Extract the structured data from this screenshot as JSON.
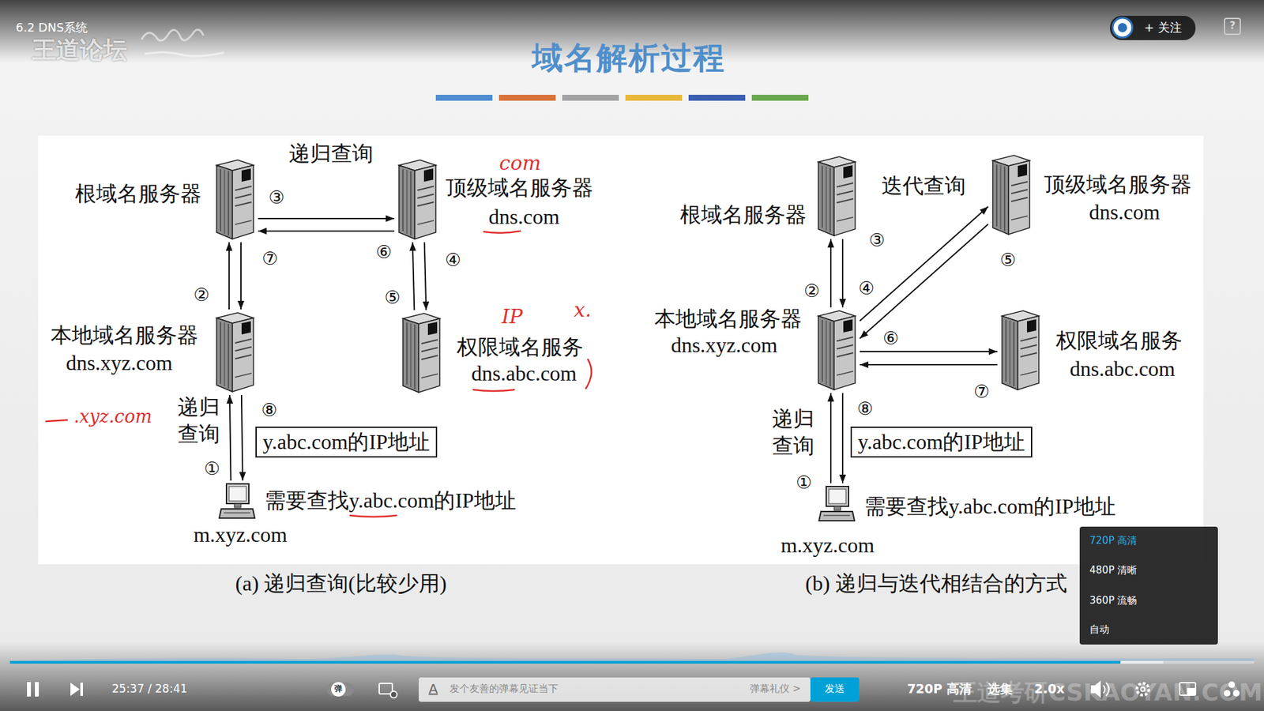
{
  "diagram": {
    "title": "域名解析过程",
    "nodes": [
      {
        "text": [
          "根域名服务器"
        ]
      },
      {
        "text": [
          "顶级域名服务器",
          "dns.com"
        ]
      },
      {
        "text": [
          "本地域名服务器",
          "dns.xyz.com"
        ]
      },
      {
        "text": [
          "权限域名服务",
          "dns.abc.com"
        ]
      },
      {
        "text": [
          "需要查找y.abc.com的IP地址",
          "m.xyz.com"
        ]
      },
      {
        "text": [
          "y.abc.com的IP地址"
        ]
      },
      {
        "text": [
          "根域名服务器"
        ]
      },
      {
        "text": [
          "顶级域名服务器",
          "dns.com"
        ]
      },
      {
        "text": [
          "本地域名服务器",
          "dns.xyz.com"
        ]
      },
      {
        "text": [
          "权限域名服务",
          "dns.abc.com"
        ]
      },
      {
        "text": [
          "需要查找y.abc.com的IP地址",
          "m.xyz.com"
        ]
      },
      {
        "text": [
          "y.abc.com的IP地址"
        ]
      }
    ],
    "edges": [
      {
        "from": 4,
        "to": 2,
        "label": "①",
        "arrow": "to"
      },
      {
        "from": 2,
        "to": 0,
        "label": "②",
        "arrow": "to"
      },
      {
        "from": 0,
        "to": 1,
        "label": "③",
        "arrow": "to"
      },
      {
        "from": 1,
        "to": 3,
        "label": "④",
        "arrow": "to"
      },
      {
        "from": 3,
        "to": 1,
        "label": "⑤",
        "arrow": "to"
      },
      {
        "from": 1,
        "to": 0,
        "label": "⑥",
        "arrow": "to"
      },
      {
        "from": 0,
        "to": 2,
        "label": "⑦",
        "arrow": "to"
      },
      {
        "from": 2,
        "to": 4,
        "label": "⑧",
        "arrow": "to"
      },
      {
        "from": 10,
        "to": 8,
        "label": "①",
        "arrow": "to"
      },
      {
        "from": 8,
        "to": 6,
        "label": "②",
        "arrow": "to"
      },
      {
        "from": 6,
        "to": 8,
        "label": "③",
        "arrow": "to"
      },
      {
        "from": 8,
        "to": 7,
        "label": "④",
        "arrow": "to"
      },
      {
        "from": 7,
        "to": 8,
        "label": "⑤",
        "arrow": "to"
      },
      {
        "from": 8,
        "to": 9,
        "label": "⑥",
        "arrow": "to"
      },
      {
        "from": 9,
        "to": 8,
        "label": "⑦",
        "arrow": "to"
      },
      {
        "from": 8,
        "to": 10,
        "label": "⑧",
        "arrow": "to"
      }
    ],
    "labels": [
      "6.2 DNS系统",
      "王道论坛",
      "+ 关注",
      "?",
      "递归查询",
      "迭代查询",
      "递归 查询",
      "递归 查询",
      "(a) 递归查询(比较少用)",
      "(b) 递归与迭代相结合的方式",
      "com",
      "IP",
      "x.",
      ".xyz.com",
      "720P 高清",
      "480P 清晰",
      "360P 流畅",
      "自动",
      "25:37 / 28:41",
      "弹",
      "A",
      "发个友善的弹幕见证当下",
      "弹幕礼仪 >",
      "发送",
      "720P 高清",
      "选集",
      "2.0x",
      "王道考研CSKAOYAN.COM"
    ]
  }
}
